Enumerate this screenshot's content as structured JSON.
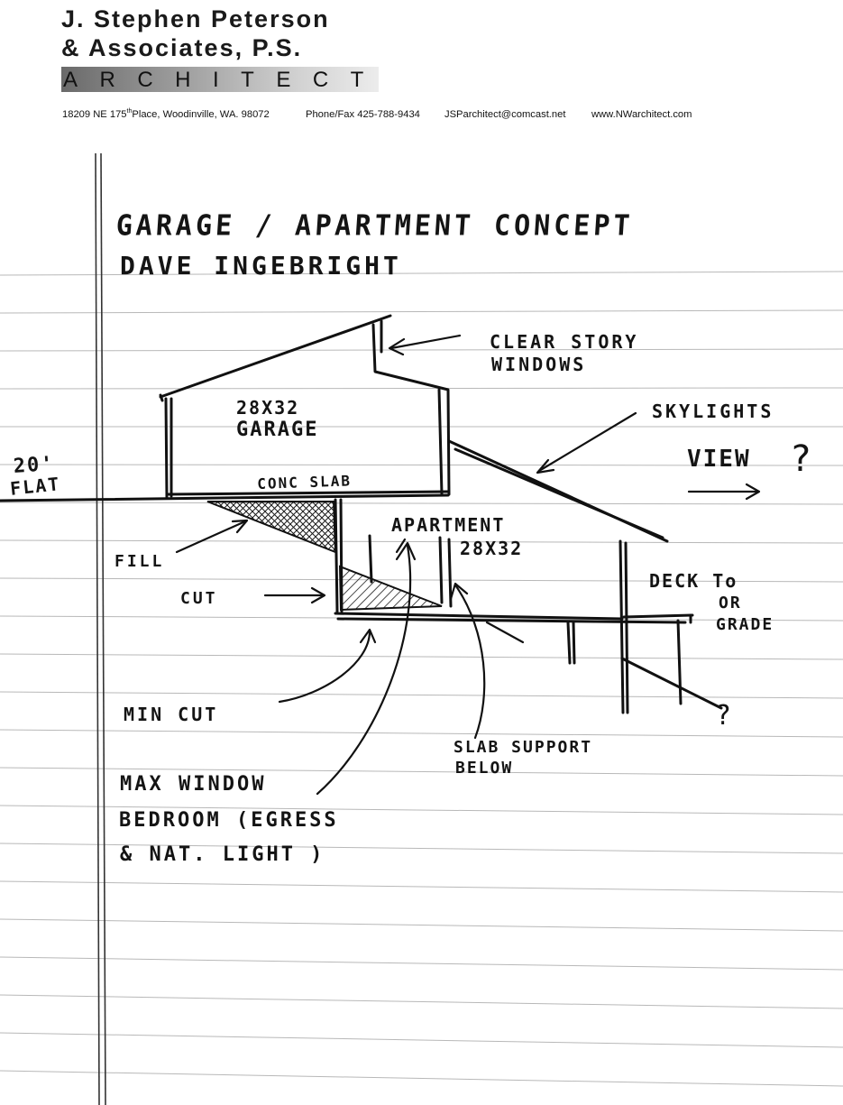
{
  "letterhead": {
    "firm_line1": "J. Stephen Peterson",
    "firm_line2": "& Associates, P.S.",
    "firm_role": "ARCHITECT",
    "address_pre": "18209 NE 175",
    "address_sup": "th",
    "address_post": " Place,  Woodinville,  WA. 98072",
    "phone": "Phone/Fax 425-788-9434",
    "email": "JSParchitect@comcast.net",
    "website": "www.NWarchitect.com"
  },
  "sketch": {
    "title_line1": "GARAGE / APARTMENT   CONCEPT",
    "title_line2": "DAVE INGEBRIGHT",
    "clearstory_line1": "CLEAR STORY",
    "clearstory_line2": "WINDOWS",
    "skylights": "SKYLIGHTS",
    "view": "VIEW",
    "view_question": "?",
    "flat_line1": "20'",
    "flat_line2": "FLAT",
    "garage_dims": "28X32",
    "garage_label": "GARAGE",
    "slab": "CONC SLAB",
    "apartment": "APARTMENT",
    "apartment_dims": "28X32",
    "fill": "FILL",
    "cut": "CUT",
    "deck_line1": "DECK To",
    "deck_line2": "OR",
    "deck_line3": "GRADE",
    "ground_question": "?",
    "min_cut": "MIN CUT",
    "slab_support_line1": "SLAB SUPPORT",
    "slab_support_line2": "BELOW",
    "max_window": "MAX WINDOW",
    "bedroom": "BEDROOM (EGRESS",
    "nat_light": "& NAT. LIGHT )"
  }
}
